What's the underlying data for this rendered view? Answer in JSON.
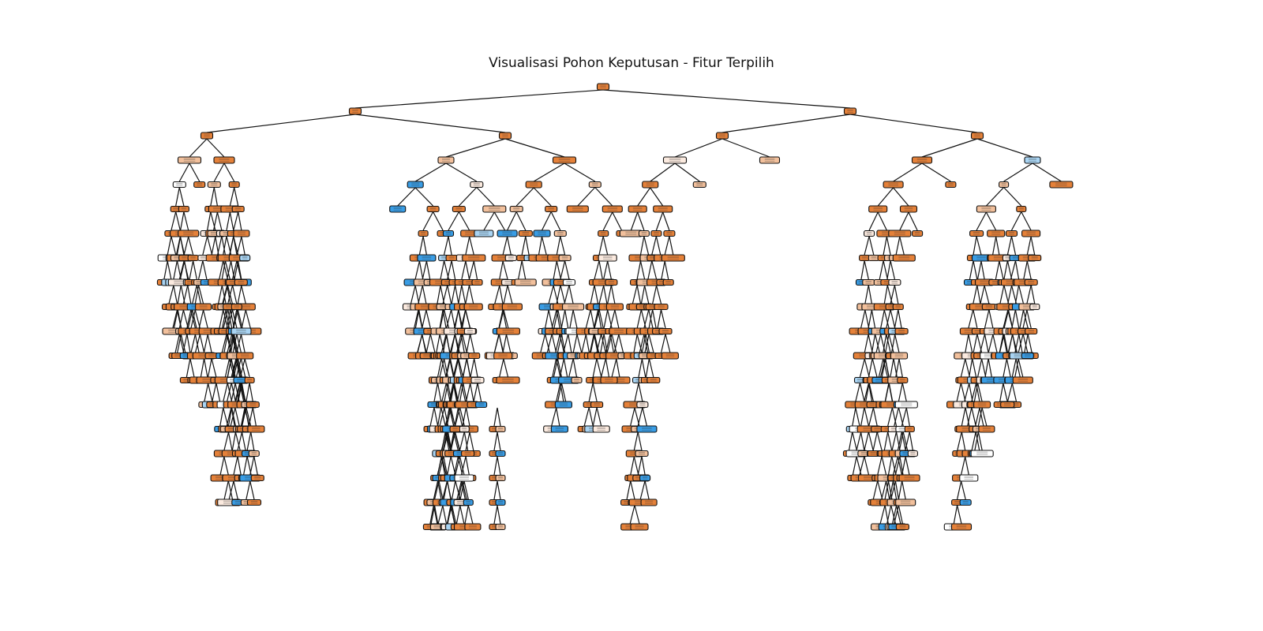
{
  "title": "Visualisasi Pohon Keputusan - Fitur Terpilih",
  "colors": {
    "class_0": "#e58139",
    "class_0_light": "#f2c09c",
    "class_0_pale": "#fbeadf",
    "class_1": "#399de5",
    "class_1_light": "#a9d4f3",
    "neutral": "#ffffff"
  },
  "tree": {
    "max_depth": 19,
    "node_color_scale": [
      "class_0",
      "class_0_light",
      "class_0_pale",
      "neutral",
      "class_1_light",
      "class_1"
    ]
  }
}
